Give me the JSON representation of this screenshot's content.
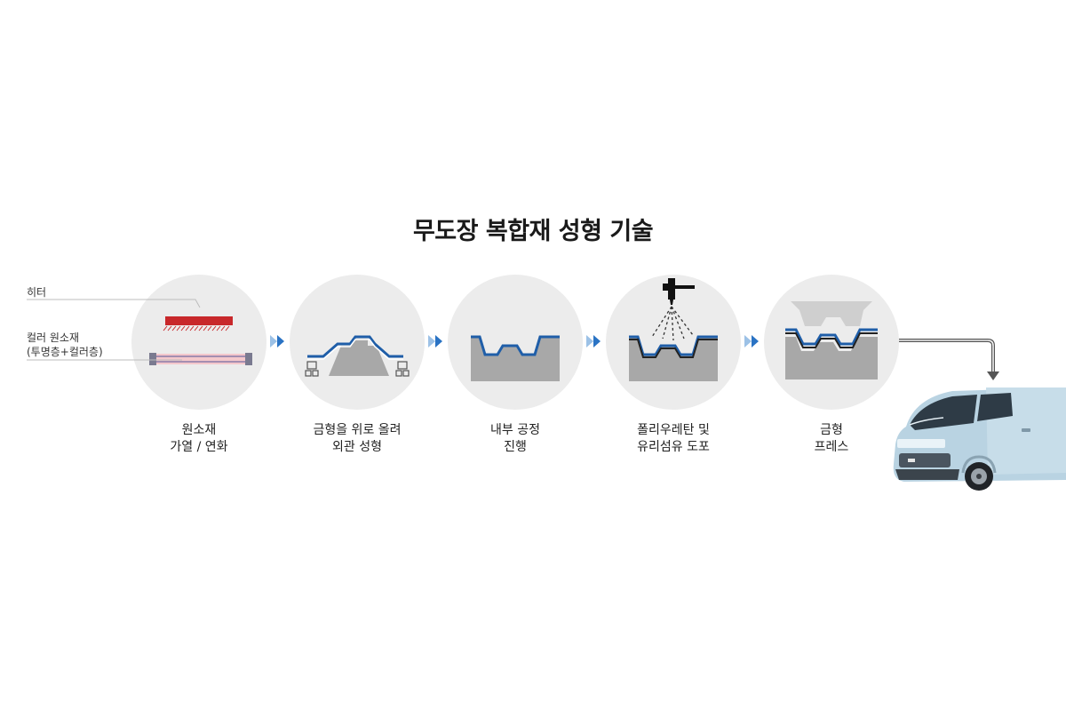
{
  "title": "무도장 복합재 성형 기술",
  "annotations": {
    "heater": "히터",
    "material_line1": "컬러 원소재",
    "material_line2": "(투명층+컬러층)"
  },
  "steps": [
    {
      "line1": "원소재",
      "line2": "가열 / 연화"
    },
    {
      "line1": "금형을 위로 올려",
      "line2": "외관 성형"
    },
    {
      "line1": "내부 공정",
      "line2": "진행"
    },
    {
      "line1": "폴리우레탄 및",
      "line2": "유리섬유 도포"
    },
    {
      "line1": "금형",
      "line2": "프레스"
    }
  ],
  "colors": {
    "circle_bg": "#ececec",
    "mold_gray": "#a8a8a8",
    "film_blue": "#1f5ea8",
    "arrow_blue": "#2a73c4",
    "heater_red": "#c8282b"
  },
  "icons": [
    "chevron-right-icon",
    "spray-gun-icon",
    "van-image"
  ]
}
